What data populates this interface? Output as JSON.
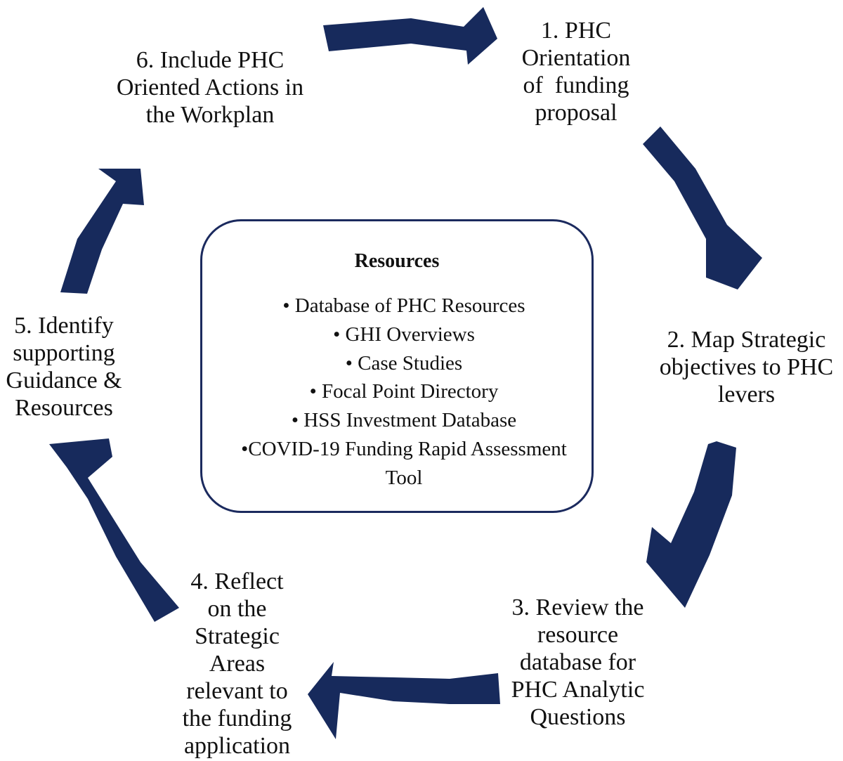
{
  "steps": [
    {
      "id": "1",
      "lines": [
        "1. PHC",
        "Orientation",
        "of  funding",
        "proposal"
      ]
    },
    {
      "id": "2",
      "lines": [
        "2. Map Strategic",
        "objectives to PHC",
        "levers"
      ]
    },
    {
      "id": "3",
      "lines": [
        "3. Review the",
        "resource",
        "database for",
        "PHC Analytic",
        "Questions"
      ]
    },
    {
      "id": "4",
      "lines": [
        "4. Reflect",
        "on the",
        "Strategic",
        "Areas",
        "relevant to",
        "the funding",
        "application"
      ]
    },
    {
      "id": "5",
      "lines": [
        "5. Identify",
        "supporting",
        "Guidance &",
        "Resources"
      ]
    },
    {
      "id": "6",
      "lines": [
        "6. Include PHC",
        "Oriented Actions in",
        "the Workplan"
      ]
    }
  ],
  "resources": {
    "title": "Resources",
    "items": [
      "• Database of PHC Resources",
      "• GHI Overviews",
      "• Case Studies",
      "• Focal Point Directory",
      "• HSS Investment Database"
    ],
    "last_item_lines": [
      "•COVID-19 Funding Rapid Assessment",
      "Tool"
    ]
  },
  "colors": {
    "arrow": "#172a5c",
    "box_border": "#1b2a5e",
    "text": "#111111",
    "background": "#ffffff"
  }
}
